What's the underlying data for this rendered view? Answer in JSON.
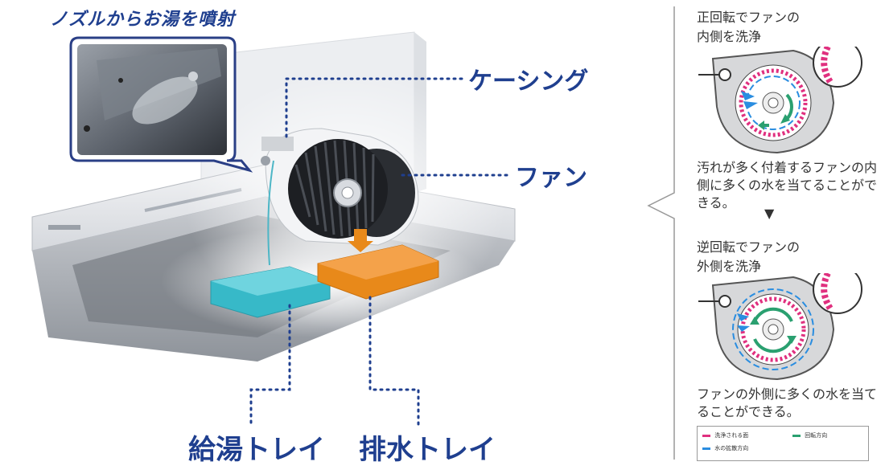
{
  "labels": {
    "nozzle": "ノズルからお湯を噴射",
    "casing": "ケーシング",
    "fan": "ファン",
    "hotwater_tray": "給湯トレイ",
    "drain_tray": "排水トレイ"
  },
  "steps": [
    {
      "title_line1": "正回転でファンの",
      "title_line2": "内側を洗浄",
      "desc": "汚れが多く付着するファンの内側に多くの水を当てることができる。"
    },
    {
      "title_line1": "逆回転でファンの",
      "title_line2": "外側を洗浄",
      "desc": "ファンの外側に多くの水を当てることができる。"
    }
  ],
  "arrow": "▼",
  "legend": {
    "washed_surface": "洗浄される面",
    "water_spray_direction": "水の拡散方向",
    "rotation_direction": "回転方向"
  },
  "colors": {
    "label_blue": "#1f3f8f",
    "washed_surface": "#e0307f",
    "spray": "#2a8de0",
    "rotation": "#2aa070",
    "hotwater_tray": "#37b9c8",
    "drain_tray": "#e8891a"
  }
}
